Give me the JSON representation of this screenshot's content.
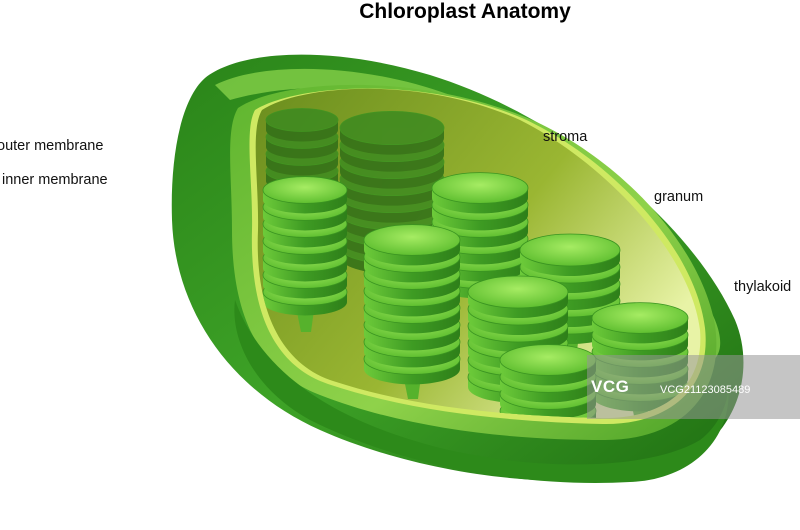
{
  "title": "Chloroplast Anatomy",
  "labels": {
    "outer_membrane": "outer membrane",
    "inner_membrane": "inner membrane",
    "stroma": "stroma",
    "granum": "granum",
    "thylakoid": "thylakoid"
  },
  "watermark": {
    "logo": "VCG",
    "id": "VCG21123085489"
  },
  "colors": {
    "outer_dark": "#2f8a1e",
    "outer_light": "#6cc23a",
    "inner_rim": "#c9e85a",
    "stroma": "#8aaa2a",
    "disc_top": "#8fe04d",
    "disc_side": "#3f9a25"
  }
}
